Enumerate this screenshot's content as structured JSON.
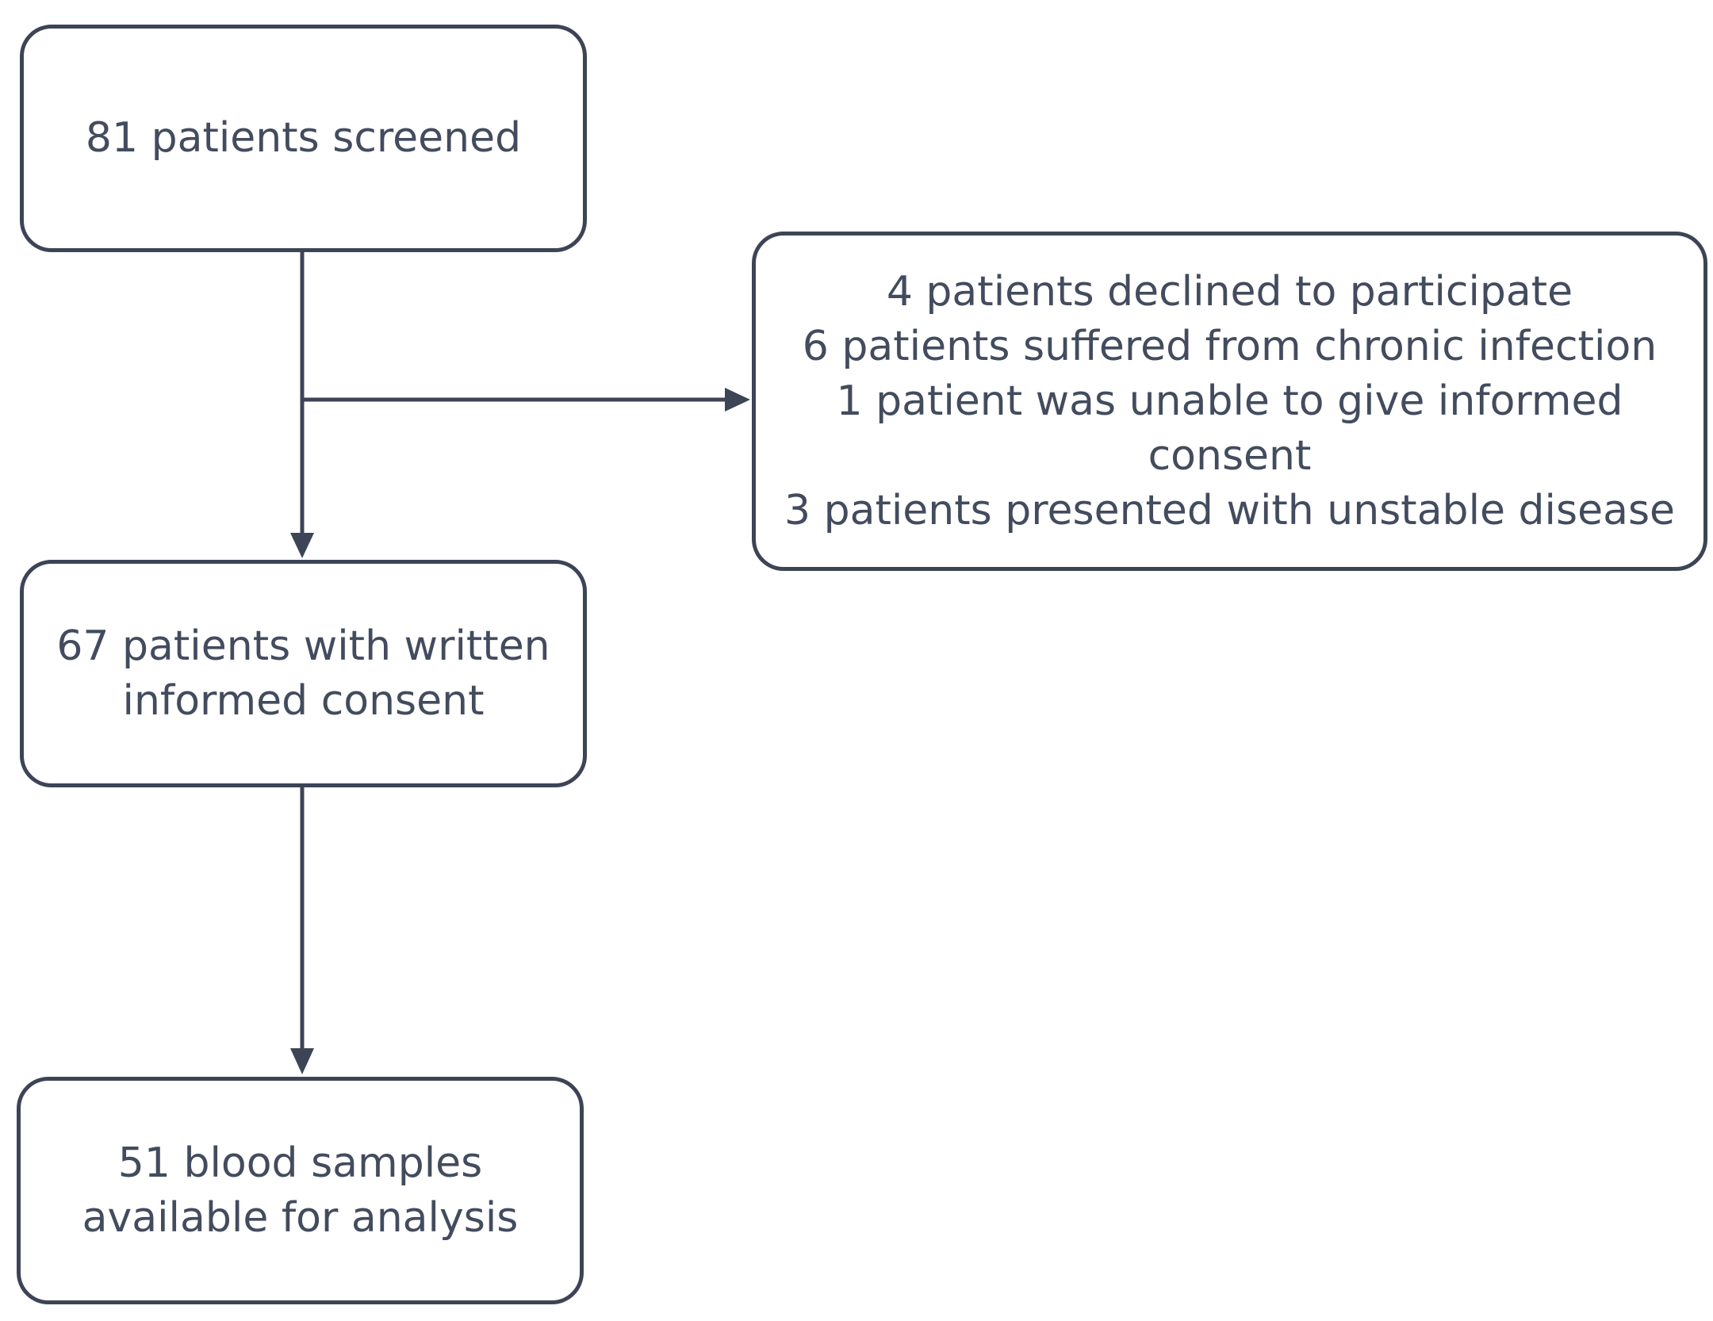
{
  "diagram": {
    "type": "flowchart",
    "colors": {
      "stroke": "#3c4456",
      "text": "#434c5e",
      "background": "#ffffff"
    },
    "boxes": {
      "screened": {
        "lines": [
          "81 patients screened"
        ]
      },
      "excluded": {
        "lines": [
          "4 patients declined to participate",
          "6 patients suffered from chronic infection",
          "1 patient was unable to give informed",
          "consent",
          "3 patients presented with unstable disease"
        ]
      },
      "consent": {
        "lines": [
          "67 patients with written",
          "informed consent"
        ]
      },
      "samples": {
        "lines": [
          "51 blood samples",
          "available for analysis"
        ]
      }
    },
    "edges": [
      {
        "from": "screened",
        "to": "consent"
      },
      {
        "from": "screened",
        "to": "excluded"
      },
      {
        "from": "consent",
        "to": "samples"
      }
    ]
  }
}
